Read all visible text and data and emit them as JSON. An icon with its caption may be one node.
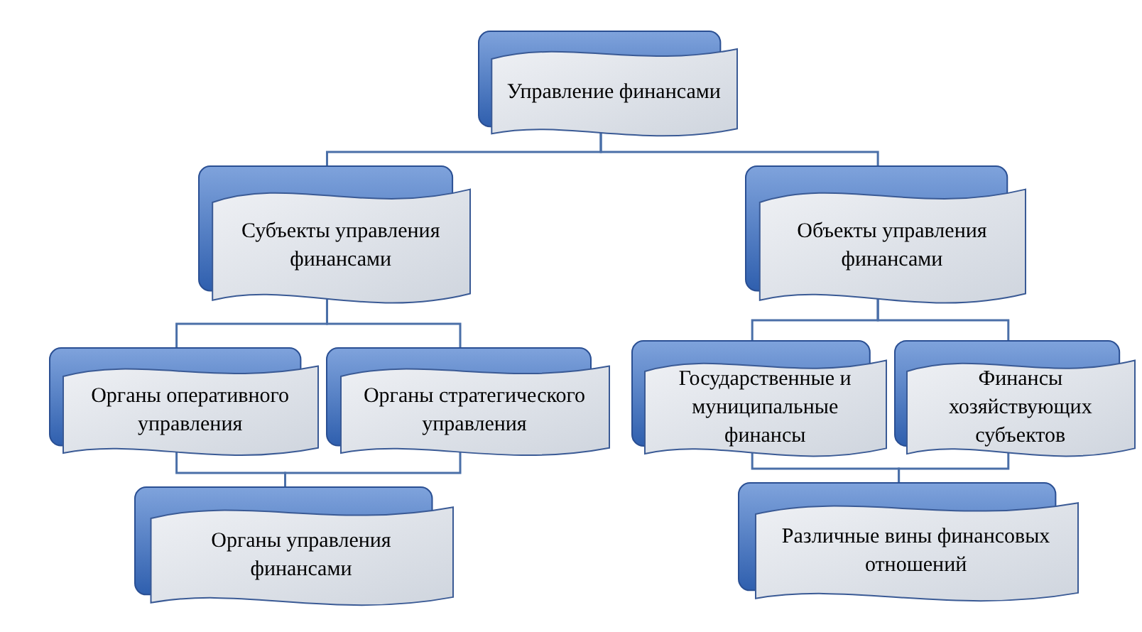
{
  "diagram": {
    "nodes": [
      {
        "text": [
          "Управление финансами"
        ]
      },
      {
        "text": [
          "Субъекты управления финансами"
        ]
      },
      {
        "text": [
          "Объекты управления финансами"
        ]
      },
      {
        "text": [
          "Органы оперативного управления"
        ]
      },
      {
        "text": [
          "Органы стратегического управления"
        ]
      },
      {
        "text": [
          "Органы управления финансами"
        ]
      },
      {
        "text": [
          "Государственные и муниципальные финансы"
        ]
      },
      {
        "text": [
          "Финансы хозяйствующих субъектов"
        ]
      },
      {
        "text": [
          "Различные вины финансовых отношений"
        ]
      }
    ],
    "edges": [
      {
        "from": 0,
        "to": 1,
        "arrow": "none"
      },
      {
        "from": 0,
        "to": 2,
        "arrow": "none"
      },
      {
        "from": 1,
        "to": 3,
        "arrow": "none"
      },
      {
        "from": 1,
        "to": 4,
        "arrow": "none"
      },
      {
        "from": 2,
        "to": 6,
        "arrow": "none"
      },
      {
        "from": 2,
        "to": 7,
        "arrow": "none"
      },
      {
        "from": 3,
        "to": 5,
        "arrow": "none"
      },
      {
        "from": 4,
        "to": 5,
        "arrow": "none"
      },
      {
        "from": 6,
        "to": 8,
        "arrow": "none"
      },
      {
        "from": 7,
        "to": 8,
        "arrow": "none"
      }
    ]
  }
}
